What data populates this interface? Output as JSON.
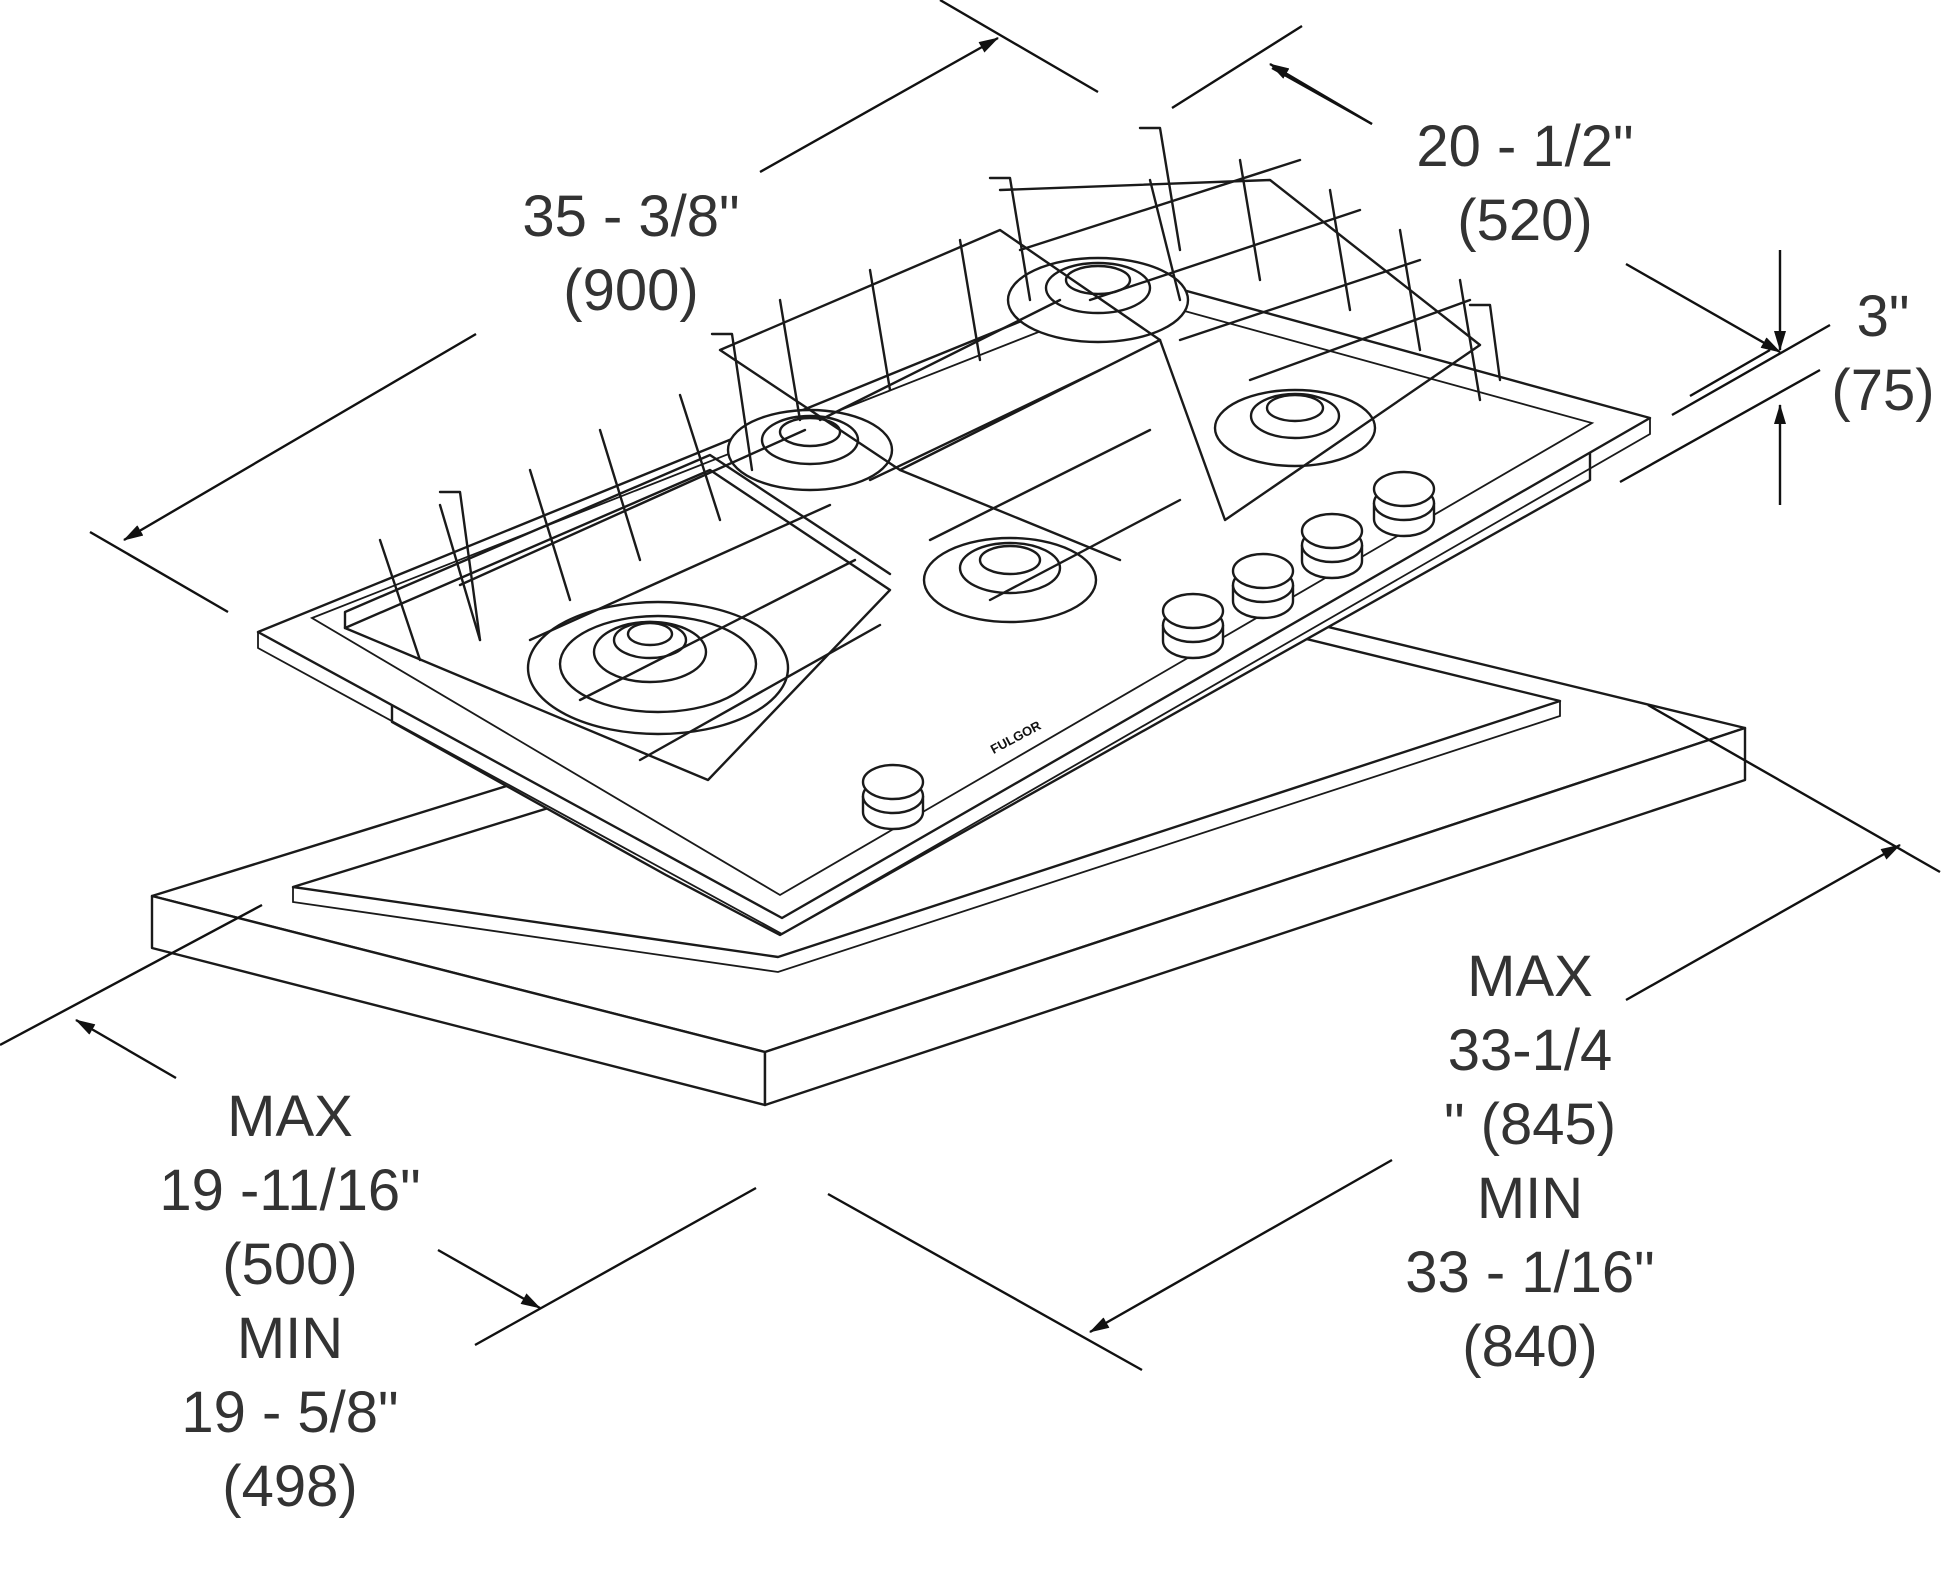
{
  "figure": {
    "brand": "FULGOR",
    "dimensions": {
      "width": {
        "line1": "35 - 3/8\"",
        "line2": "(900)"
      },
      "depth": {
        "line1": "20 - 1/2\"",
        "line2": "(520)"
      },
      "height": {
        "line1": "3\"",
        "line2": "(75)"
      },
      "cutout_depth": {
        "max_label": "MAX",
        "max_value": "19 -11/16\"",
        "max_mm": "(500)",
        "min_label": "MIN",
        "min_value": "19 - 5/8\"",
        "min_mm": "(498)"
      },
      "cutout_width": {
        "max_label": "MAX",
        "max_value_a": "33-1/4",
        "max_value_b": "\" (845)",
        "min_label": "MIN",
        "min_value": "33 - 1/16\"",
        "min_mm": "(840)"
      }
    }
  }
}
